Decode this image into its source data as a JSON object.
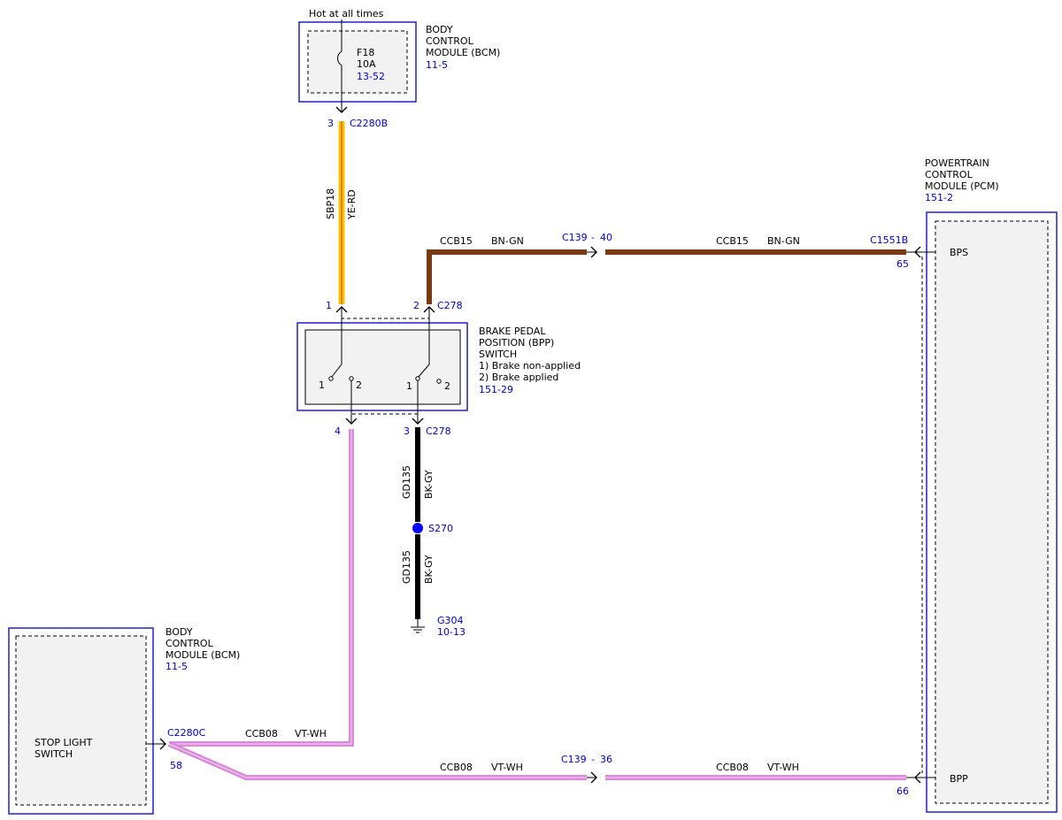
{
  "colors": {
    "module_border": "#2222cc",
    "reference_text": "#0000cc",
    "wire_ye_rd": "#f5c400",
    "wire_ye_rd_stripe": "#e23a1c",
    "wire_bn_gn": "#7a3a14",
    "wire_vt_wh": "#d98ad9",
    "wire_bk_gy": "#000000",
    "splice": "#0000ff"
  },
  "bcm_top": {
    "feed_label": "Hot at all times",
    "name_lines": [
      "BODY",
      "CONTROL",
      "MODULE (BCM)"
    ],
    "ref": "11-5",
    "fuse": {
      "name": "F18",
      "rating": "10A",
      "ref": "13-52"
    },
    "pin": "3",
    "connector": "C2280B"
  },
  "wire_sbp18": {
    "circuit": "SBP18",
    "color": "YE-RD"
  },
  "bpp_switch": {
    "name_lines": [
      "BRAKE PEDAL",
      "POSITION (BPP)",
      "SWITCH"
    ],
    "states": [
      "1) Brake non-applied",
      "2) Brake applied"
    ],
    "ref": "151-29",
    "pin_top_left": "1",
    "pin_top_right": "2",
    "connector_top": "C278",
    "pin_bottom_left": "4",
    "pin_bottom_right": "3",
    "connector_bottom": "C278",
    "left_pos1": "1",
    "left_pos2": "2",
    "right_pos1": "1",
    "right_pos2": "2"
  },
  "wire_ccb15_a": {
    "circuit": "CCB15",
    "color": "BN-GN"
  },
  "inline_c139_top": {
    "connector": "C139",
    "sep": "-",
    "pin": "40"
  },
  "wire_ccb15_b": {
    "circuit": "CCB15",
    "color": "BN-GN"
  },
  "pcm": {
    "name_lines": [
      "POWERTRAIN",
      "CONTROL",
      "MODULE (PCM)"
    ],
    "ref": "151-2",
    "connector": "C1551B",
    "pin_bps": "65",
    "label_bps": "BPS",
    "pin_bpp": "66",
    "label_bpp": "BPP"
  },
  "wire_gd135_a": {
    "circuit": "GD135",
    "color": "BK-GY"
  },
  "splice": {
    "name": "S270"
  },
  "wire_gd135_b": {
    "circuit": "GD135",
    "color": "BK-GY"
  },
  "ground": {
    "name": "G304",
    "ref": "10-13"
  },
  "bcm_bottom": {
    "name_lines": [
      "BODY",
      "CONTROL",
      "MODULE (BCM)"
    ],
    "ref": "11-5",
    "inner_lines": [
      "STOP LIGHT",
      "SWITCH"
    ],
    "connector": "C2280C",
    "pin": "58"
  },
  "wire_ccb08_a": {
    "circuit": "CCB08",
    "color": "VT-WH"
  },
  "wire_ccb08_b": {
    "circuit": "CCB08",
    "color": "VT-WH"
  },
  "inline_c139_bottom": {
    "connector": "C139",
    "sep": "-",
    "pin": "36"
  },
  "wire_ccb08_c": {
    "circuit": "CCB08",
    "color": "VT-WH"
  }
}
